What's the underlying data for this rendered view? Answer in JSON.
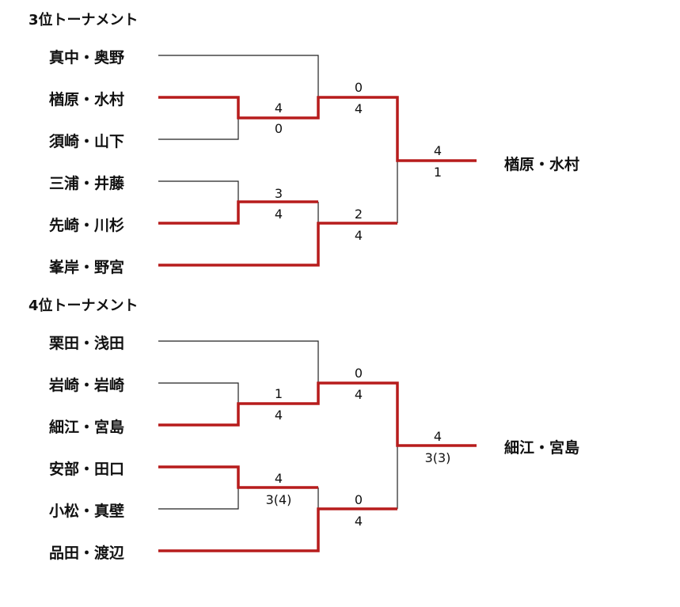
{
  "colors": {
    "winner_line": "#b71c1c",
    "loser_line": "#222222"
  },
  "brackets": [
    {
      "title": "3位トーナメント",
      "players": [
        "真中・奥野",
        "楢原・水村",
        "須崎・山下",
        "三浦・井藤",
        "先崎・川杉",
        "峯岸・野宮"
      ],
      "round1": [
        {
          "top": "4",
          "bottom": "0"
        },
        {
          "top": "3",
          "bottom": "4"
        }
      ],
      "round2": [
        {
          "top": "0",
          "bottom": "4"
        },
        {
          "top": "2",
          "bottom": "4"
        }
      ],
      "final": {
        "top": "4",
        "bottom": "1"
      },
      "winner": "楢原・水村"
    },
    {
      "title": "4位トーナメント",
      "players": [
        "栗田・浅田",
        "岩崎・岩崎",
        "細江・宮島",
        "安部・田口",
        "小松・真壁",
        "品田・渡辺"
      ],
      "round1": [
        {
          "top": "1",
          "bottom": "4"
        },
        {
          "top": "4",
          "bottom": "3(4)"
        }
      ],
      "round2": [
        {
          "top": "0",
          "bottom": "4"
        },
        {
          "top": "0",
          "bottom": "4"
        }
      ],
      "final": {
        "top": "4",
        "bottom": "3(3)"
      },
      "winner": "細江・宮島"
    }
  ]
}
